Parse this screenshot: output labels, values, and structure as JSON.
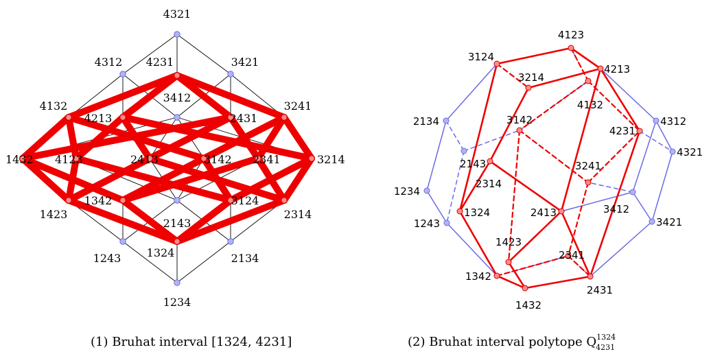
{
  "figure": {
    "panel1": {
      "caption": "(1) Bruhat interval [1324, 4231]",
      "nodes": [
        "4321",
        "4312",
        "4231",
        "3421",
        "4132",
        "4213",
        "3412",
        "2431",
        "3241",
        "1432",
        "4123",
        "2413",
        "3142",
        "2341",
        "3214",
        "1423",
        "1342",
        "3124",
        "2314",
        "2143",
        "1243",
        "1324",
        "2134",
        "1234"
      ]
    },
    "panel2": {
      "caption_main": "(2) Bruhat interval polytope Q",
      "caption_sup": "1324",
      "caption_sub": "4231",
      "nodes": [
        "4123",
        "3124",
        "4213",
        "3214",
        "4132",
        "2134",
        "3142",
        "4231",
        "4312",
        "2143",
        "4321",
        "3241",
        "2314",
        "1234",
        "3412",
        "1324",
        "2413",
        "1243",
        "3421",
        "1423",
        "2341",
        "1342",
        "2431",
        "1432"
      ]
    },
    "colors": {
      "highlight": "#ee0000",
      "base": "#6a6ae6",
      "line": "#000000"
    }
  }
}
